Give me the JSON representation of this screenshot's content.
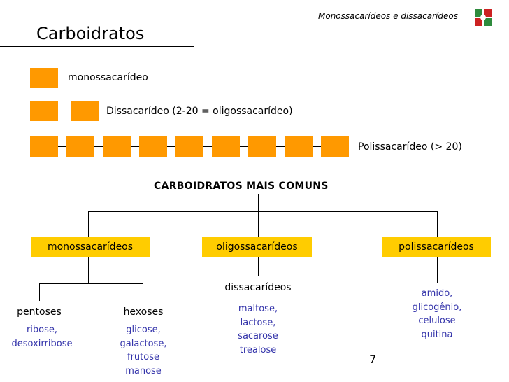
{
  "header": {
    "subtitle": "Monossacarídeos e dissacarídeos",
    "title": "Carboidratos",
    "logo_icon": "institution-logo-icon"
  },
  "legend": {
    "mono_label": "monossacarídeo",
    "di_label": "Dissacarídeo (2-20 = oligossacarídeo)",
    "poly_label": "Polissacarídeo (> 20)",
    "block_color": "#ff9900"
  },
  "diagram": {
    "heading": "CARBOIDRATOS MAIS COMUNS",
    "category_color": "#ffcc00",
    "categories": [
      {
        "label": "monossacarídeos"
      },
      {
        "label": "oligossacarídeos"
      },
      {
        "label": "polissacarídeos"
      }
    ],
    "mono_children": [
      {
        "label": "pentoses",
        "examples": [
          "ribose,",
          "desoxirribose"
        ]
      },
      {
        "label": "hexoses",
        "examples": [
          "glicose,",
          "galactose,",
          "frutose",
          "manose"
        ]
      }
    ],
    "oligo_child": {
      "label": "dissacarídeos",
      "examples": [
        "maltose,",
        "lactose,",
        "sacarose",
        "trealose"
      ]
    },
    "poly_examples": [
      "amido,",
      "glicogênio,",
      "celulose",
      "quitina"
    ],
    "example_color": "#3333aa"
  },
  "page_number": "7"
}
